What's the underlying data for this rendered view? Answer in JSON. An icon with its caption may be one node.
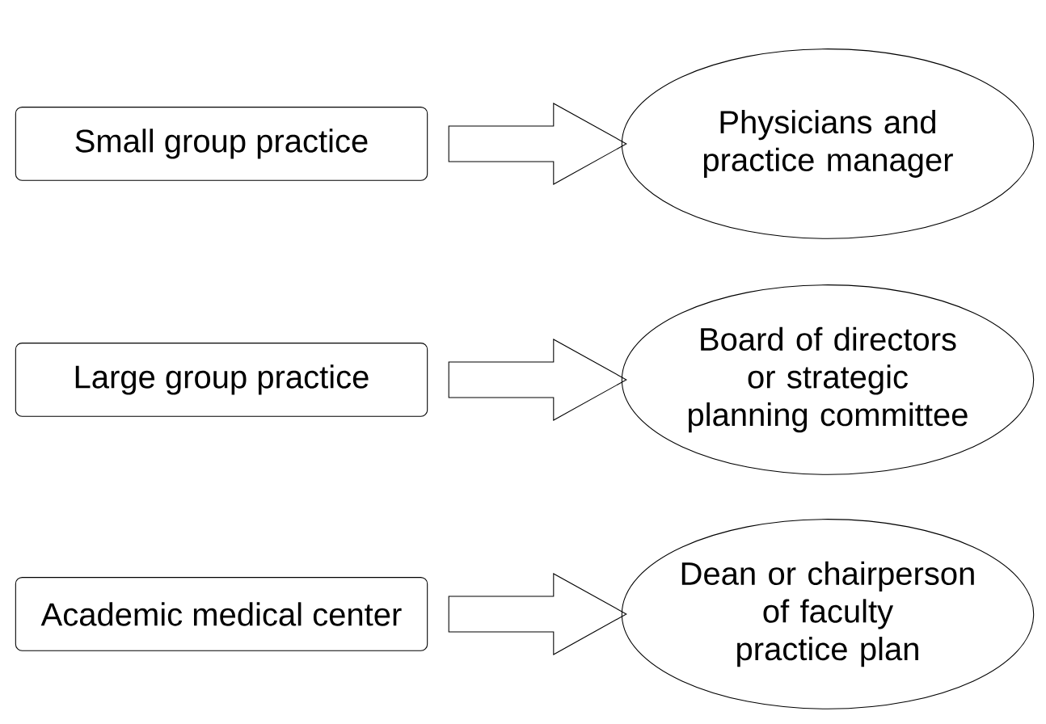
{
  "diagram": {
    "nodes": [
      {
        "text": [
          "Small group practice"
        ]
      },
      {
        "text": [
          "Physicians and practice manager"
        ]
      },
      {
        "text": [
          "Large group practice"
        ]
      },
      {
        "text": [
          "Board of directors or strategic planning committee"
        ]
      },
      {
        "text": [
          "Academic medical center"
        ]
      },
      {
        "text": [
          "Dean or chairperson of faculty practice plan"
        ]
      }
    ],
    "edges": [
      {
        "from": 0,
        "to": 1,
        "arrow": "to"
      },
      {
        "from": 2,
        "to": 3,
        "arrow": "to"
      },
      {
        "from": 4,
        "to": 5,
        "arrow": "to"
      }
    ]
  }
}
